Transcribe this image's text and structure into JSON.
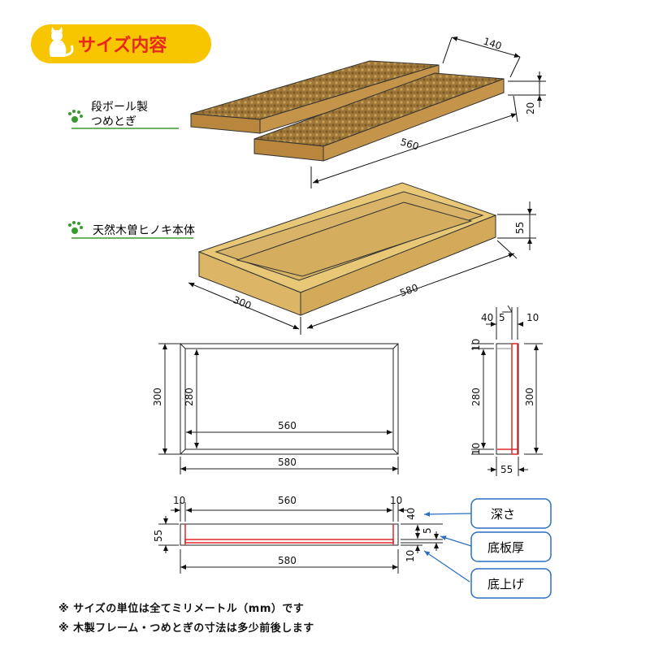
{
  "header": {
    "title": "サイズ内容",
    "icon": "cat-icon",
    "badge_color": "#f7c600",
    "title_color": "#e8281e"
  },
  "labels": {
    "scratcher_line1": "段ボール製",
    "scratcher_line2": "つめとぎ",
    "body": "天然木曽ヒノキ本体",
    "paw_color": "#3a9a2e"
  },
  "dimensions": {
    "scratcher_width": "140",
    "scratcher_thickness": "20",
    "scratcher_length": "560",
    "body_height": "55",
    "body_length": "580",
    "body_width": "300",
    "top_inner_height": "280",
    "top_outer_height": "300",
    "top_inner_width": "560",
    "top_outer_width": "580",
    "side_40": "40",
    "side_5": "5",
    "side_10_top": "10",
    "side_10_right": "10",
    "side_280": "280",
    "side_300": "300",
    "side_10_bottom": "10",
    "side_55": "55",
    "front_10_left": "10",
    "front_560": "560",
    "front_10_right": "10",
    "front_55": "55",
    "front_40": "40",
    "front_5": "5",
    "front_10_bottom": "10",
    "front_580": "580"
  },
  "callouts": {
    "depth": "深さ",
    "base_thickness": "底板厚",
    "raised_base": "底上げ",
    "color": "#2a6fc4"
  },
  "notes": [
    "※ サイズの単位は全てミリメートル（mm）です",
    "※ 木製フレーム・つめとぎの寸法は多少前後します"
  ]
}
